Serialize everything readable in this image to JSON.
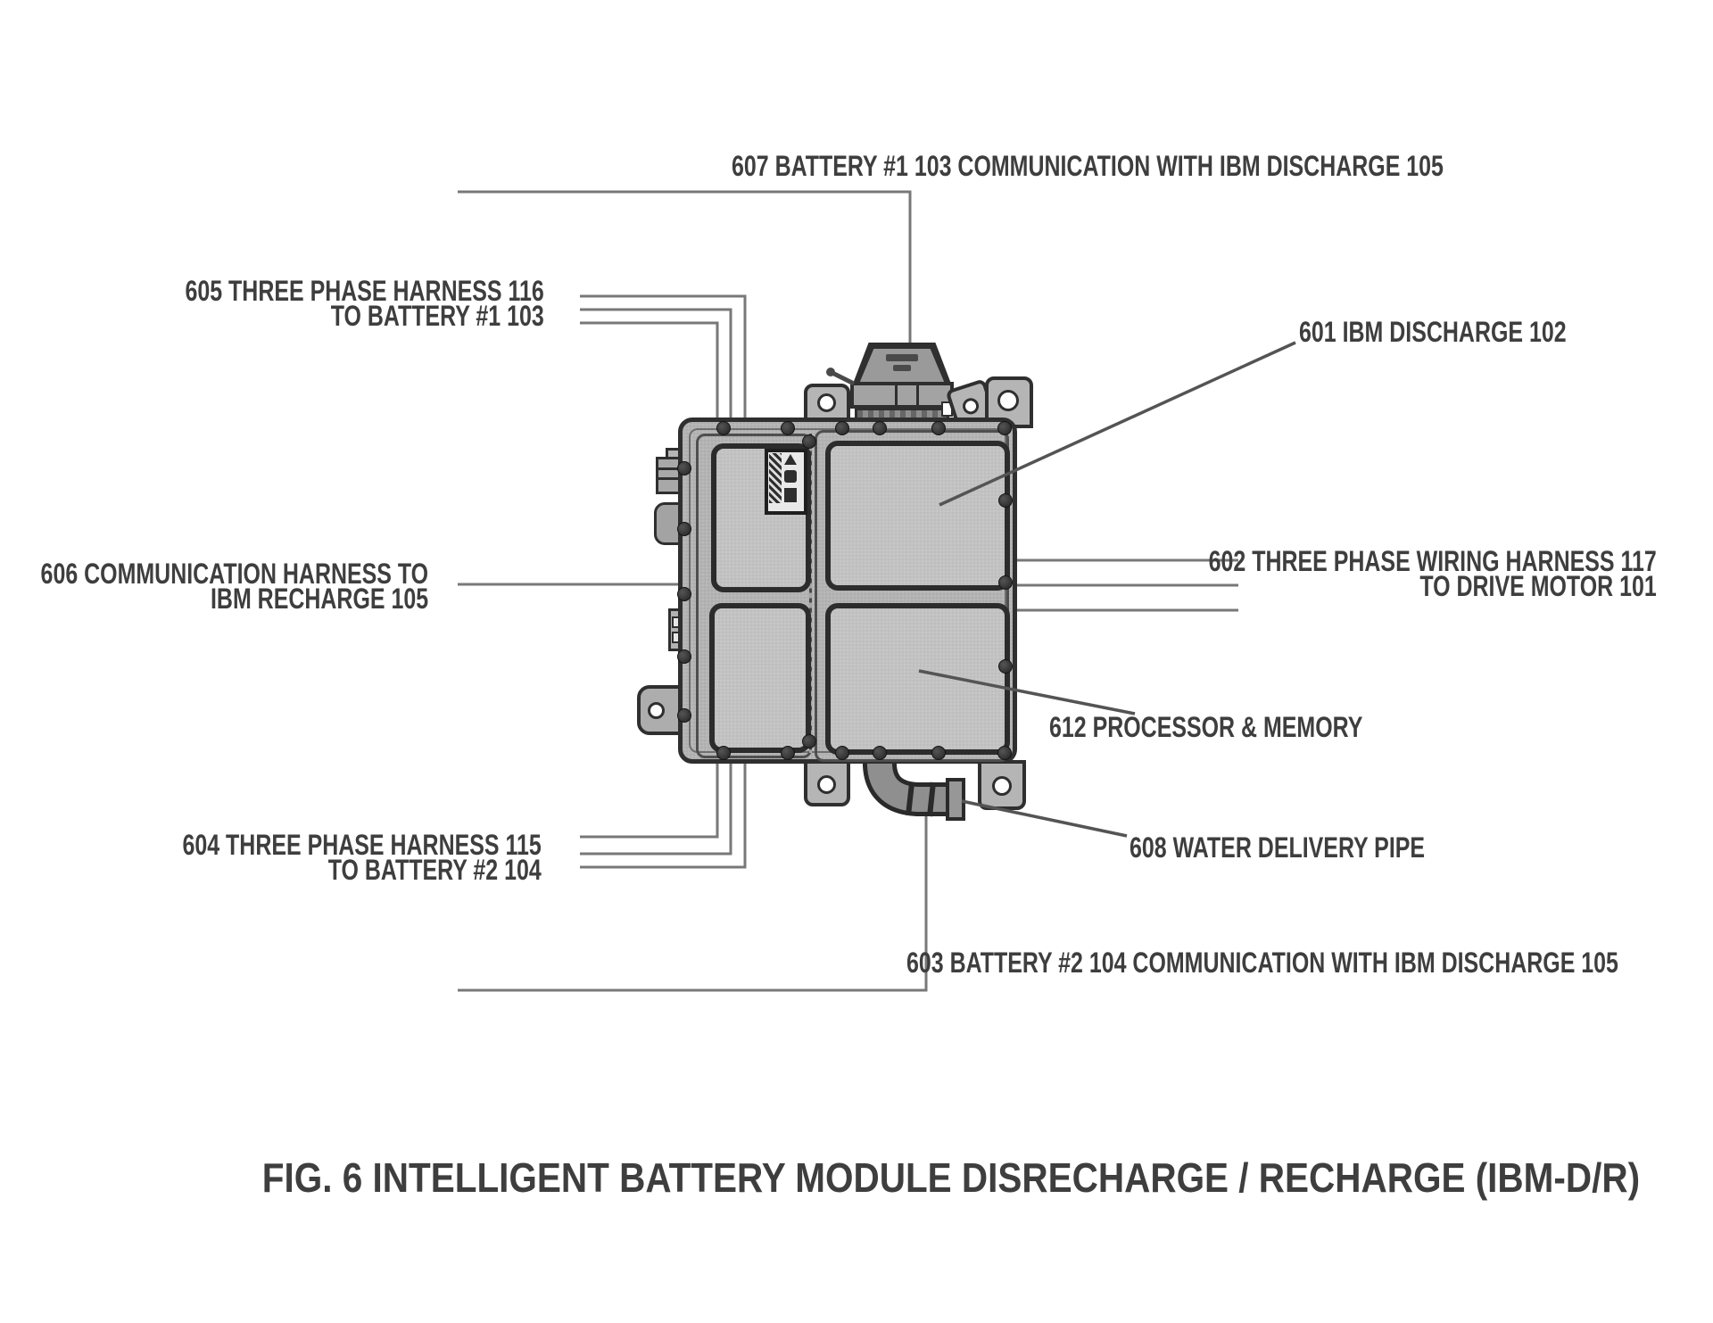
{
  "figure": {
    "caption": "FIG. 6 INTELLIGENT BATTERY MODULE DISRECHARGE / RECHARGE (IBM-D/R)",
    "labels": {
      "l607": "607 BATTERY #1 103 COMMUNICATION WITH IBM DISCHARGE 105",
      "l605_1": "605 THREE PHASE HARNESS 116",
      "l605_2": "TO BATTERY #1 103",
      "l601": "601 IBM DISCHARGE 102",
      "l606_1": "606 COMMUNICATION HARNESS TO",
      "l606_2": "IBM RECHARGE 105",
      "l602_1": "602 THREE PHASE WIRING HARNESS 117",
      "l602_2": "TO DRIVE MOTOR 101",
      "l612": "612 PROCESSOR & MEMORY",
      "l604_1": "604 THREE PHASE HARNESS 115",
      "l604_2": "TO BATTERY #2 104",
      "l608": "608 WATER DELIVERY PIPE",
      "l603": "603 BATTERY #2 104 COMMUNICATION WITH IBM DISCHARGE 105"
    },
    "colors": {
      "background": "#ffffff",
      "text": "#3e3e3e",
      "wire": "#787878",
      "leader": "#545454",
      "outline": "#2f2f2f",
      "body_fill": "#b9b9b9",
      "panel_fill": "#c7c7c7",
      "cap_fill": "#9a9a9a",
      "pipe_fill": "#8f8f8f"
    }
  }
}
